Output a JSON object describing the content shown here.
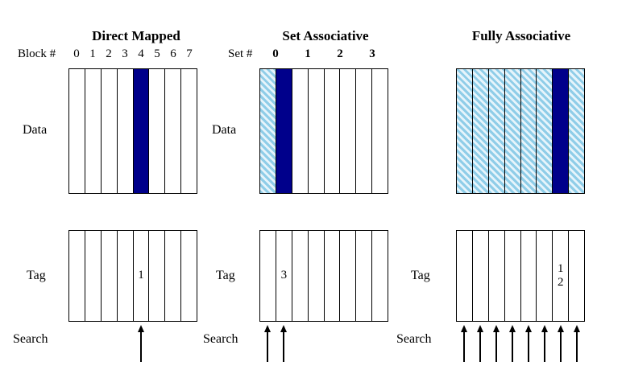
{
  "figure": {
    "colors": {
      "bg": "#ffffff",
      "border": "#000000",
      "navy": "#00008b",
      "hatch-line": "#8fcde8",
      "hatch-bg": "#e6f4fb"
    }
  },
  "panels": {
    "direct": {
      "title": "Direct Mapped",
      "index_label": "Block #",
      "index_numbers": [
        "0",
        "1",
        "2",
        "3",
        "4",
        "5",
        "6",
        "7"
      ],
      "data_label": "Data",
      "tag_label": "Tag",
      "search_label": "Search",
      "data_cells": [
        {
          "style": "plain"
        },
        {
          "style": "plain"
        },
        {
          "style": "plain"
        },
        {
          "style": "plain"
        },
        {
          "style": "navy"
        },
        {
          "style": "plain"
        },
        {
          "style": "plain"
        },
        {
          "style": "plain"
        }
      ],
      "tag_cells": [
        {
          "style": "plain"
        },
        {
          "style": "plain"
        },
        {
          "style": "plain"
        },
        {
          "style": "plain"
        },
        {
          "style": "plain",
          "lines": [
            "1"
          ]
        },
        {
          "style": "plain"
        },
        {
          "style": "plain"
        },
        {
          "style": "plain"
        }
      ],
      "search_columns": [
        4
      ]
    },
    "set": {
      "title": "Set Associative",
      "index_label": "Set #",
      "index_numbers": [
        "0",
        "1",
        "2",
        "3"
      ],
      "data_label": "Data",
      "tag_label": "Tag",
      "search_label": "Search",
      "data_cells": [
        {
          "style": "hatch"
        },
        {
          "style": "navy"
        },
        {
          "style": "plain"
        },
        {
          "style": "plain"
        },
        {
          "style": "plain"
        },
        {
          "style": "plain"
        },
        {
          "style": "plain"
        },
        {
          "style": "plain"
        }
      ],
      "tag_cells": [
        {
          "style": "plain"
        },
        {
          "style": "plain",
          "lines": [
            "3"
          ]
        },
        {
          "style": "plain"
        },
        {
          "style": "plain"
        },
        {
          "style": "plain"
        },
        {
          "style": "plain"
        },
        {
          "style": "plain"
        },
        {
          "style": "plain"
        }
      ],
      "search_columns": [
        0,
        1
      ]
    },
    "fully": {
      "title": "Fully Associative",
      "tag_label": "Tag",
      "search_label": "Search",
      "data_cells": [
        {
          "style": "hatch"
        },
        {
          "style": "hatch"
        },
        {
          "style": "hatch"
        },
        {
          "style": "hatch"
        },
        {
          "style": "hatch"
        },
        {
          "style": "hatch"
        },
        {
          "style": "navy"
        },
        {
          "style": "hatch"
        }
      ],
      "tag_cells": [
        {
          "style": "plain"
        },
        {
          "style": "plain"
        },
        {
          "style": "plain"
        },
        {
          "style": "plain"
        },
        {
          "style": "plain"
        },
        {
          "style": "plain"
        },
        {
          "style": "plain",
          "lines": [
            "1",
            "2"
          ]
        },
        {
          "style": "plain"
        }
      ],
      "search_columns": [
        0,
        1,
        2,
        3,
        4,
        5,
        6,
        7
      ]
    }
  }
}
